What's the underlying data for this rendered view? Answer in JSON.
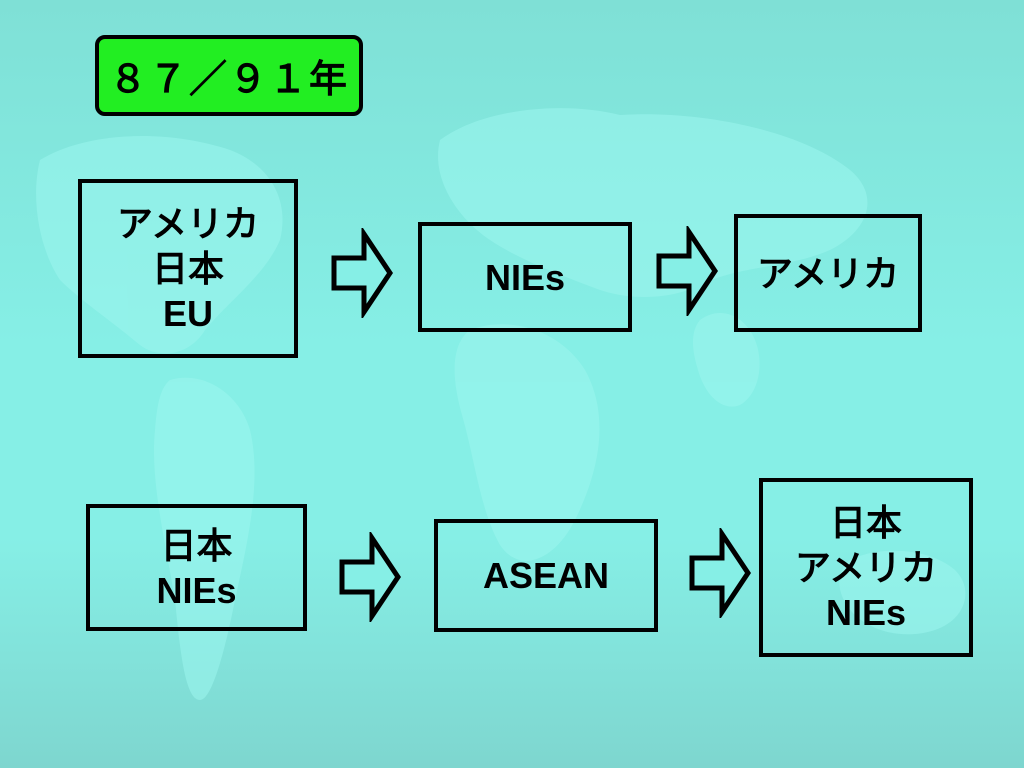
{
  "title": "８７／９１年",
  "rows": [
    {
      "boxes": [
        {
          "lines": [
            "アメリカ",
            "日本",
            "EU"
          ]
        },
        {
          "lines": [
            "NIEs"
          ]
        },
        {
          "lines": [
            "アメリカ"
          ]
        }
      ]
    },
    {
      "boxes": [
        {
          "lines": [
            "日本",
            "NIEs"
          ]
        },
        {
          "lines": [
            "ASEAN"
          ]
        },
        {
          "lines": [
            "日本",
            "アメリカ",
            "NIEs"
          ]
        }
      ]
    }
  ],
  "arrow_icon": "outline-right-arrow-icon",
  "colors": {
    "title_fill": "#22ee22",
    "background": "#86efe6",
    "border": "#000000"
  }
}
